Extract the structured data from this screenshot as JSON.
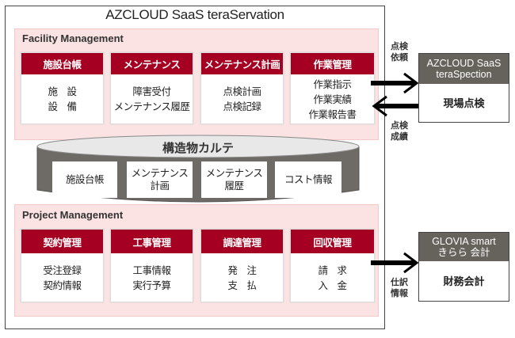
{
  "title": "AZCLOUD SaaS teraServation",
  "facility": {
    "label": "Facility Management",
    "cards": [
      {
        "header": "施設台帳",
        "lines": [
          "施　設",
          "設　備"
        ]
      },
      {
        "header": "メンテナンス",
        "lines": [
          "障害受付",
          "メンテナンス履歴"
        ]
      },
      {
        "header": "メンテナンス計画",
        "lines": [
          "点検計画",
          "点検記録"
        ]
      },
      {
        "header": "作業管理",
        "lines": [
          "作業指示",
          "作業実績",
          "作業報告書"
        ]
      }
    ]
  },
  "database": {
    "title": "構造物カルテ",
    "items": [
      {
        "lines": [
          "施設台帳"
        ]
      },
      {
        "lines": [
          "メンテナンス",
          "計画"
        ]
      },
      {
        "lines": [
          "メンテナンス",
          "履歴"
        ]
      },
      {
        "lines": [
          "コスト情報"
        ]
      }
    ]
  },
  "project": {
    "label": "Project Management",
    "cards": [
      {
        "header": "契約管理",
        "lines": [
          "受注登録",
          "契約情報"
        ]
      },
      {
        "header": "工事管理",
        "lines": [
          "工事情報",
          "実行予算"
        ]
      },
      {
        "header": "調達管理",
        "lines": [
          "発　注",
          "支　払"
        ]
      },
      {
        "header": "回収管理",
        "lines": [
          "請　求",
          "入　金"
        ]
      }
    ]
  },
  "external": [
    {
      "header": [
        "AZCLOUD SaaS",
        "teraSpection"
      ],
      "body": "現場点検"
    },
    {
      "header": [
        "GLOVIA smart",
        "きらら 会計"
      ],
      "body": "財務会計"
    }
  ],
  "arrows": {
    "request": [
      "点検",
      "依頼"
    ],
    "result": [
      "点検",
      "成績"
    ],
    "journal": [
      "仕訳",
      "情報"
    ]
  },
  "colors": {
    "accent": "#a50021",
    "pink": "#fbe3e3",
    "gray": "#66625c"
  }
}
